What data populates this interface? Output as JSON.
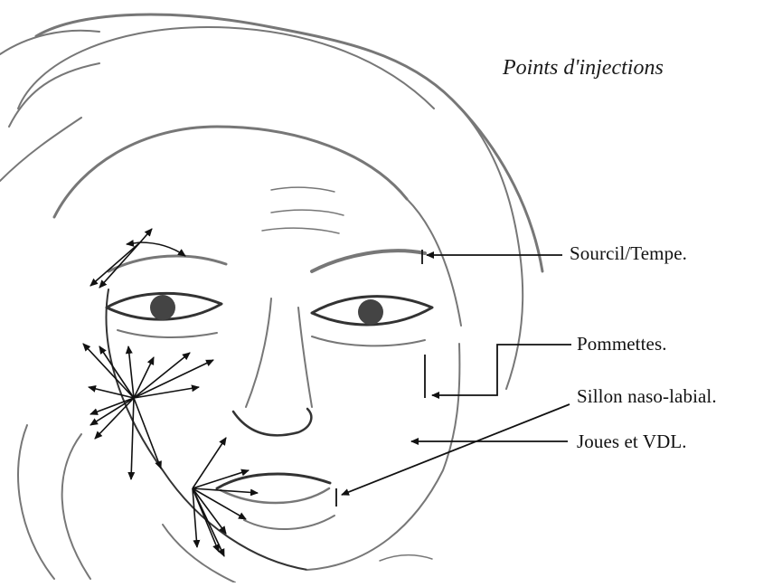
{
  "title": "Points d'injections",
  "labels": {
    "sourcil_tempe": "Sourcil/Tempe.",
    "pommettes": "Pommettes.",
    "sillon": "Sillon naso-labial.",
    "joues": "Joues et VDL."
  },
  "colors": {
    "ink": "#111111",
    "sketch": "#777777"
  }
}
